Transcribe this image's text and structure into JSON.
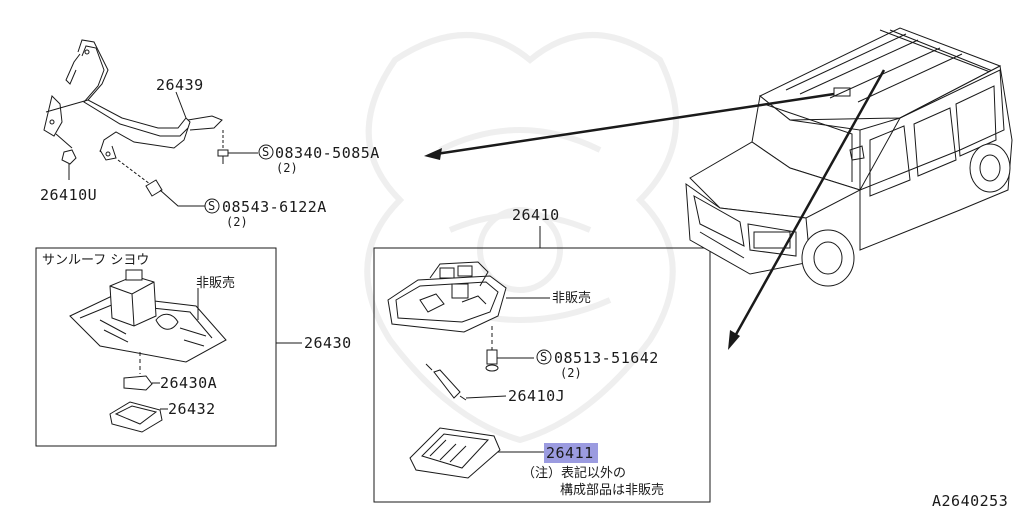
{
  "labels": {
    "bracket": "26439",
    "bolt_a": "08340-5085A",
    "bolt_a_qty": "(2)",
    "nut_u": "26410U",
    "bolt_b": "08543-6122A",
    "bolt_b_qty": "(2)",
    "lamp_assy_top": "26410",
    "sunroof_spec": "サンルーフ シヨウ",
    "not_sold_left": "非販売",
    "sunroof_lamp": "26430",
    "bulb_a": "26430A",
    "lens_left": "26432",
    "not_sold_right": "非販売",
    "screw": "08513-51642",
    "screw_qty": "(2)",
    "bulb_j": "26410J",
    "lens_right": "26411",
    "note_line1": "（注）表記以外の",
    "note_line2": "構成部品は非販売",
    "diagram_code": "A2640253",
    "s_mark": "S"
  },
  "colors": {
    "line": "#1a1a1a",
    "highlight": "#7a7ad6",
    "watermark": "#efefef"
  }
}
